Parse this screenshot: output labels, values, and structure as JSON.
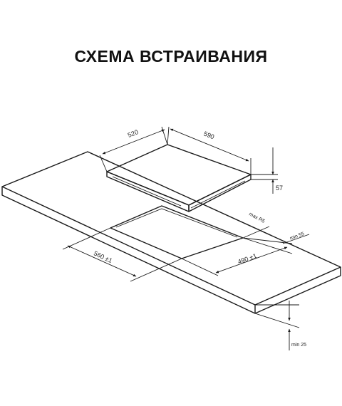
{
  "title": "СХЕМА ВСТРАИВАНИЯ",
  "dimensions": {
    "hob_depth": "520",
    "hob_width": "590",
    "hob_height": "57",
    "corner_radius": "max R5",
    "edge_min": "min 55",
    "cutout_width": "560 ±1",
    "cutout_depth": "490 ±1",
    "countertop_min": "min 25"
  },
  "colors": {
    "line": "#1a1a1a",
    "background": "#ffffff"
  }
}
